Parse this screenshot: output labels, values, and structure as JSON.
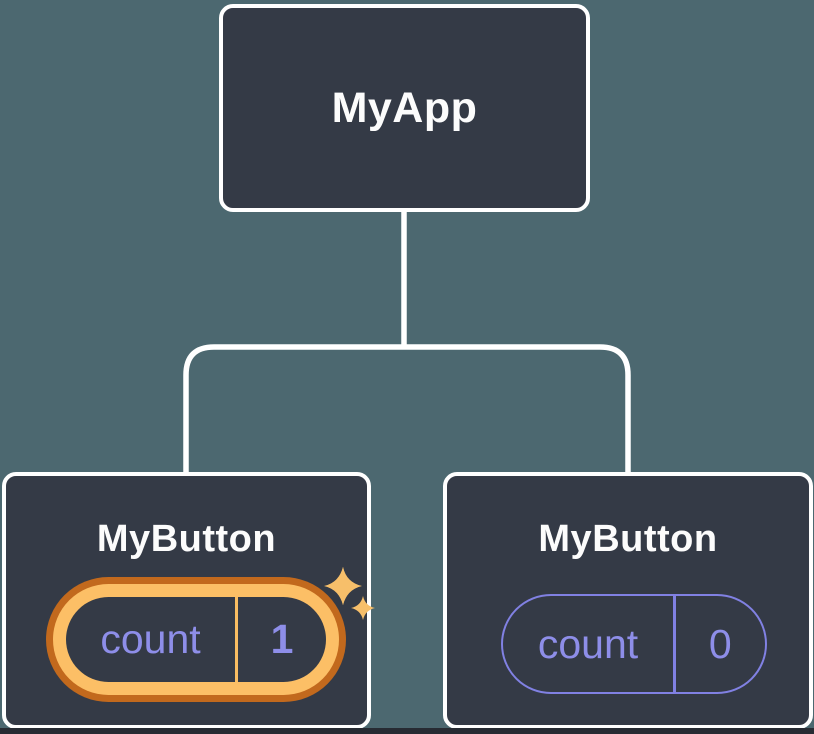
{
  "diagram": {
    "root_node": {
      "label": "MyApp"
    },
    "child_nodes": [
      {
        "label": "MyButton",
        "state": {
          "key": "count",
          "value": "1"
        },
        "highlighted": true
      },
      {
        "label": "MyButton",
        "state": {
          "key": "count",
          "value": "0"
        },
        "highlighted": false
      }
    ],
    "colors": {
      "background": "#4C6870",
      "bottom_strip": "#272B33",
      "node_fill": "#343A46",
      "node_border": "#FFFFFF",
      "connector": "#FFFFFF",
      "state_text_purple": "#8E8EE9",
      "pill_outline_purple": "#8181E3",
      "highlight_ring_outer": "#C2691D",
      "highlight_ring_inner": "#FCBF66",
      "sparkle": "#F7BF6A"
    }
  }
}
